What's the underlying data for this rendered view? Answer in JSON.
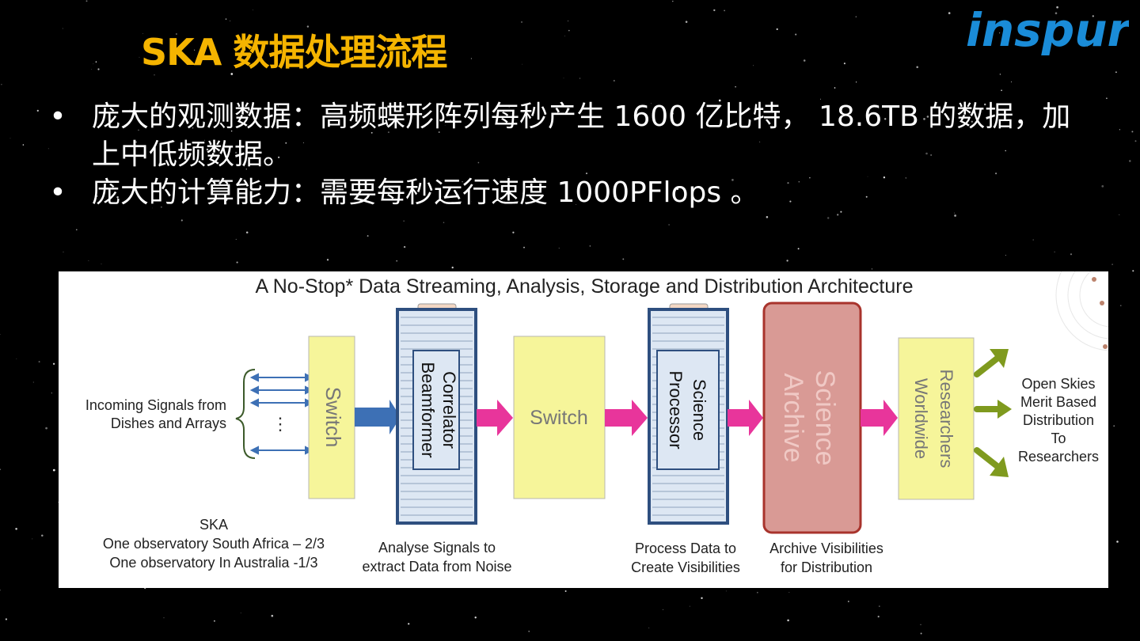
{
  "slide": {
    "title": "SKA 数据处理流程",
    "logo_text": "inspur",
    "colors": {
      "title": "#f5b400",
      "logo": "#1a8cd8",
      "background": "#000000"
    }
  },
  "bullets": [
    {
      "text": "庞大的观测数据：高频蝶形阵列每秒产生 1600 亿比特， 18.6TB 的数据，加上中低频数据。"
    },
    {
      "text": "庞大的计算能力：需要每秒运行速度 1000PFlops 。"
    }
  ],
  "diagram": {
    "title": "A No-Stop* Data Streaming, Analysis, Storage and Distribution Architecture",
    "incoming_label": [
      "Incoming Signals from",
      "Dishes and Arrays"
    ],
    "switch1": "Switch",
    "correlator": [
      "Correlator",
      "Beamformer"
    ],
    "switch2": "Switch",
    "science_processor": [
      "Science",
      "Processor"
    ],
    "science_archive": [
      "Science",
      "Archive"
    ],
    "researchers": [
      "Researchers",
      "Worldwide"
    ],
    "distribution_label": [
      "Open Skies",
      "Merit Based",
      "Distribution",
      "To",
      "Researchers"
    ],
    "ska_note": [
      "SKA",
      "One observatory South Africa – 2/3",
      "One observatory In Australia -1/3"
    ],
    "analyse_caption": [
      "Analyse Signals to",
      "extract Data from Noise"
    ],
    "process_caption": [
      "Process Data to",
      "Create Visibilities"
    ],
    "archive_caption": [
      "Archive Visibilities",
      "for Distribution"
    ],
    "colors": {
      "switch": "#f6f59a",
      "server": "#dde7f3",
      "server_border": "#2e4f7f",
      "archive": "#d99a95",
      "archive_border": "#a8332c",
      "pink_arrow": "#e8359b",
      "blue_arrow": "#3d70b5",
      "green_arrow": "#7f9a1e"
    }
  }
}
